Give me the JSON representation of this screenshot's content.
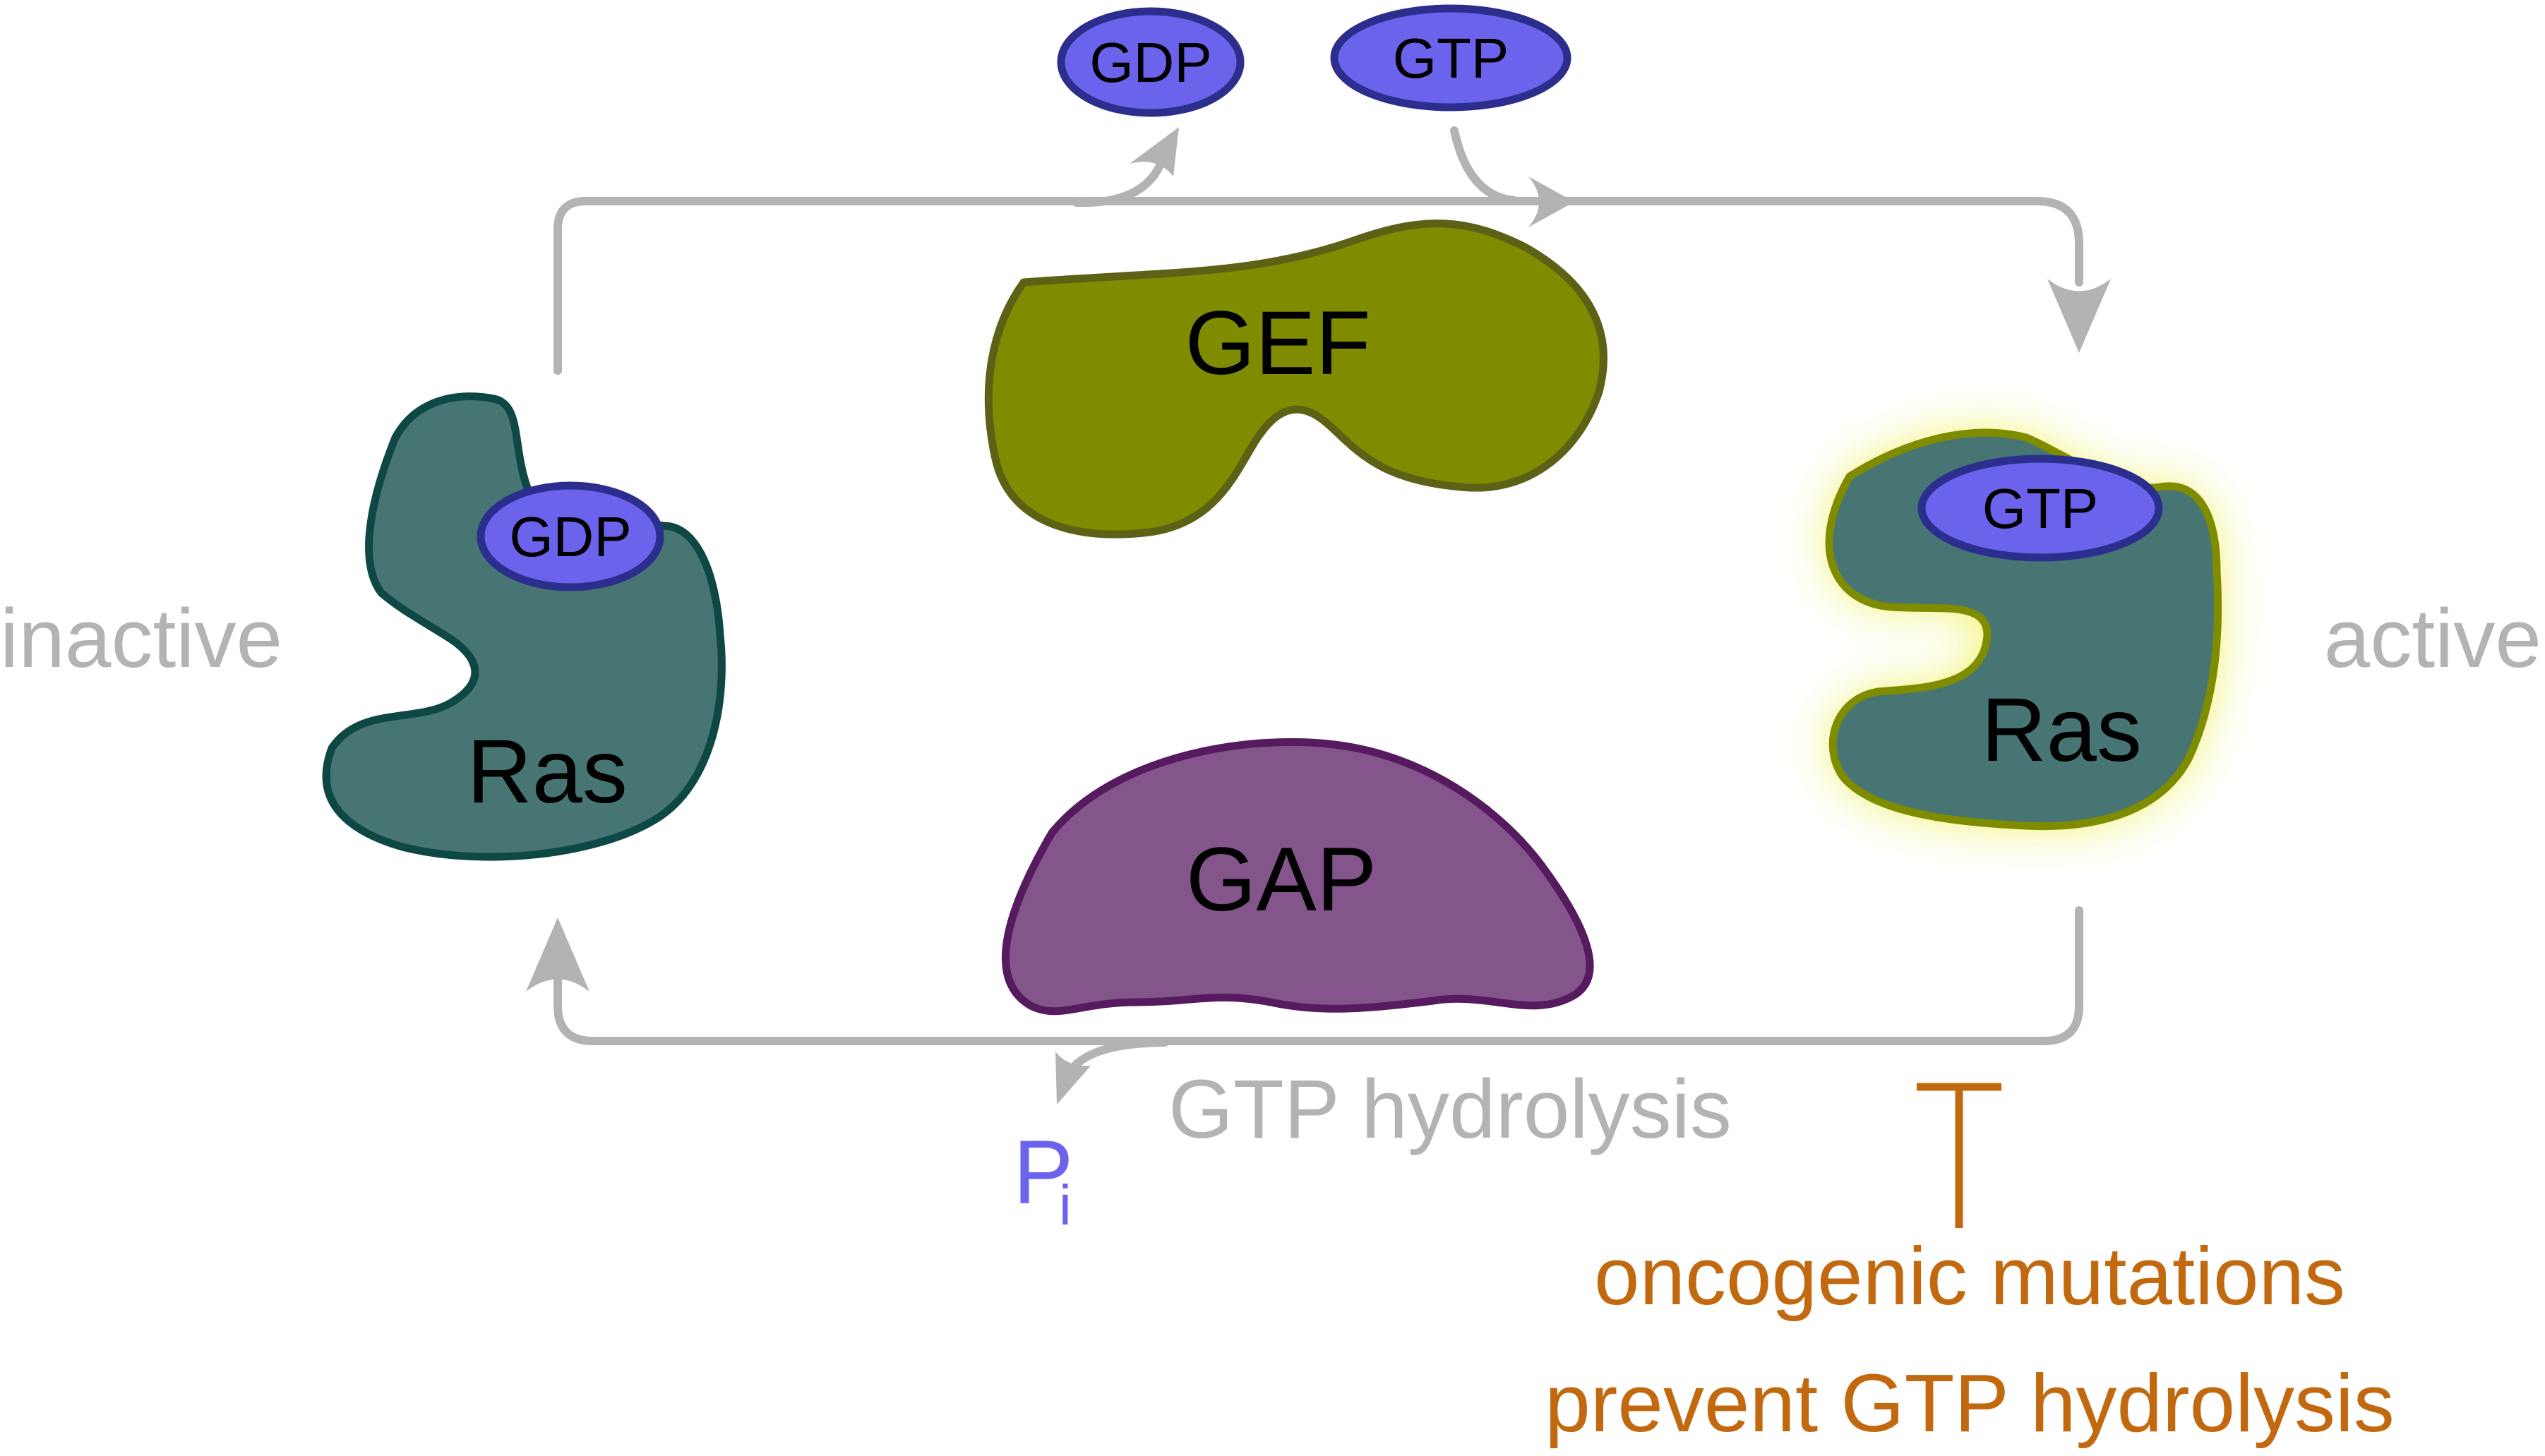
{
  "labels": {
    "inactive": "inactive",
    "active": "active",
    "gdp_released": "GDP",
    "gtp_incoming": "GTP",
    "gef": "GEF",
    "gap": "GAP",
    "ras_left": "Ras",
    "ras_right": "Ras",
    "gdp_bound": "GDP",
    "gtp_bound": "GTP",
    "hydrolysis": "GTP hydrolysis",
    "pi_main": "P",
    "pi_sub": "i",
    "mutation_line1": "oncogenic mutations",
    "mutation_line2": "prevent GTP hydrolysis"
  },
  "colors": {
    "cycle_arrow": "#b3b3b3",
    "state_text": "#b3b3b3",
    "nucleotide_fill": "#6b63ec",
    "nucleotide_stroke": "#2b2e8c",
    "ras_fill": "#477573",
    "ras_inactive_stroke": "#0d4844",
    "ras_active_stroke": "#7f8c00",
    "active_glow": "#eef15a",
    "gef_fill": "#808c00",
    "gef_stroke": "#5d6115",
    "gap_fill": "#83558b",
    "gap_stroke": "#561a5e",
    "pi_text": "#6b63ec",
    "mutation": "#c2690f"
  }
}
